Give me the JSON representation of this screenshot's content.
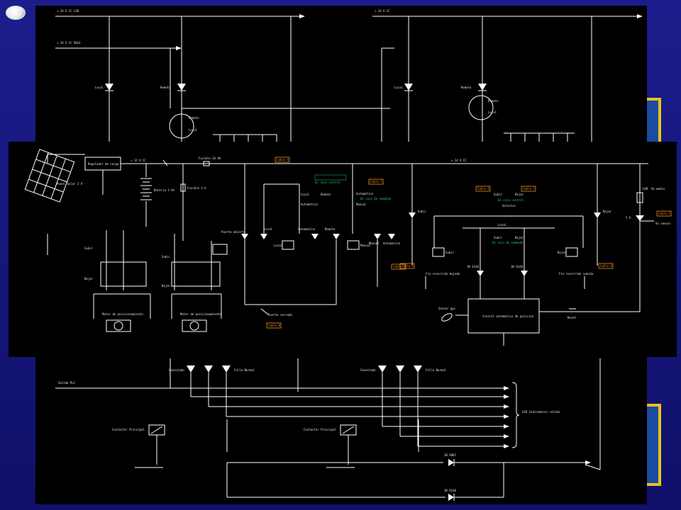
{
  "slide": {
    "colors": {
      "background": "#1c1c8c",
      "accent": "#e8c21a",
      "panel": "#000000",
      "wire": "#ffffff",
      "label_orange": "#f09020",
      "label_green": "#18d86a"
    }
  },
  "top_diagram": {
    "bus_left_1": "+ 24 V CC LED",
    "bus_left_2": "+ 24 V CC RELE",
    "bus_right": "+ 24 V CC",
    "local_left": "Local",
    "remote_left": "Remoto",
    "remoto_label_left": "Remoto",
    "local_label_left": "Local",
    "local_right": "Local",
    "remote_right": "Remoto",
    "remoto_label_right": "Remoto",
    "local_label_right": "Local"
  },
  "mid_diagram": {
    "solar_label": "Panel Solar 3 V",
    "regulator": "Regulador de carga",
    "bus_12v": "+ 12 V CC",
    "fuse": "Fusible 2A 4A",
    "battery": "Bateria 3 Ah",
    "fuse2": "Fusible 3 A",
    "cable_a": "Cable A",
    "bus_24v": "+ 24 V CC",
    "cable_b": "Cable B",
    "cable_c": "Cable C",
    "cable_d": "Cable D",
    "cable_e": "Cable E",
    "cable_f": "Cable F",
    "cable_g": "Cable G",
    "cable_h": "Cable H",
    "cable_i": "Cable I",
    "selector": "Selector",
    "en_caja_control": "En caja control",
    "en_caja_control2": "En caja control",
    "en_caja_comando": "En caja de comando",
    "en_caja_comando2": "En caja de comando",
    "puerta_abierta": "Puerta abierta",
    "puerta_cerrada": "Puerta cerrada",
    "local": "Local",
    "remoto": "Remoto",
    "automatico": "Automatico",
    "manual": "Manual",
    "motor_left": "Motor de posicionamiento",
    "motor_right": "Motor de posicionamiento",
    "subir": "Subir",
    "bajar": "Bajar",
    "fin_recorrido_bajada": "Fin recorrido bajada",
    "fin_recorrido_subida": "Fin recorrido subida",
    "diode_1": "1N 4148",
    "diode_2": "1N 4148",
    "sensor_gps": "Sensor gps",
    "control_unit": "Control automatico de posicion",
    "ldr": "LDR",
    "ldr_load": "Vo medio",
    "vo_label": "5 V",
    "vo_sensor": "Vo sensor",
    "reset": "Reset"
  },
  "bottom_diagram": {
    "confirmacion_left": "Conectado",
    "faro_left": "Falla Normal",
    "confirmacion_right": "Conectado",
    "faro_right": "Falla Normal",
    "salida_plc": "Salida PLC",
    "contactor_left": "Contactor Principal",
    "contactor_right": "Contactor Principal",
    "led_group": "LED Indicadores salida",
    "diode_a": "1N 4007",
    "diode_b": "1N 4148"
  }
}
